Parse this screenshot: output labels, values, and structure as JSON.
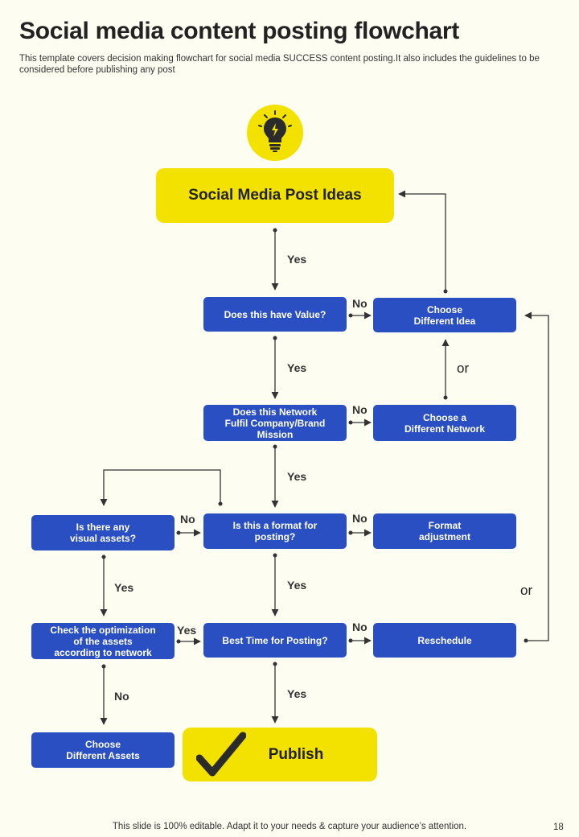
{
  "header": {
    "title": "Social media content posting flowchart",
    "subtitle": "This template covers decision making flowchart for social media SUCCESS content posting.It also includes the guidelines to be considered before publishing any post"
  },
  "nodes": {
    "post_ideas": "Social Media Post Ideas",
    "value": "Does this have Value?",
    "different_idea": "Choose\nDifferent Idea",
    "network_mission": "Does this Network\nFulfil  Company/Brand\nMission",
    "different_network": "Choose a\nDifferent Network",
    "format_posting": "Is this a format for\nposting?",
    "visual_assets": "Is there any\nvisual assets?",
    "format_adjustment": "Format\nadjustment",
    "check_optimization": "Check the optimization\nof the assets\naccording to network",
    "best_time": "Best Time for Posting?",
    "reschedule": "Reschedule",
    "different_assets": "Choose\nDifferent Assets",
    "publish": "Publish"
  },
  "labels": {
    "yes": "Yes",
    "no": "No",
    "or": "or"
  },
  "icons": {
    "top": "lightbulb-icon",
    "publish": "checkmark-icon"
  },
  "colors": {
    "background": "#fdfdf2",
    "accent_yellow": "#f3e200",
    "node_blue": "#2a4fc3",
    "line": "#333333"
  },
  "footer": {
    "note": "This slide is 100% editable. Adapt it to your needs & capture your audience’s attention.",
    "page_number": "18"
  }
}
